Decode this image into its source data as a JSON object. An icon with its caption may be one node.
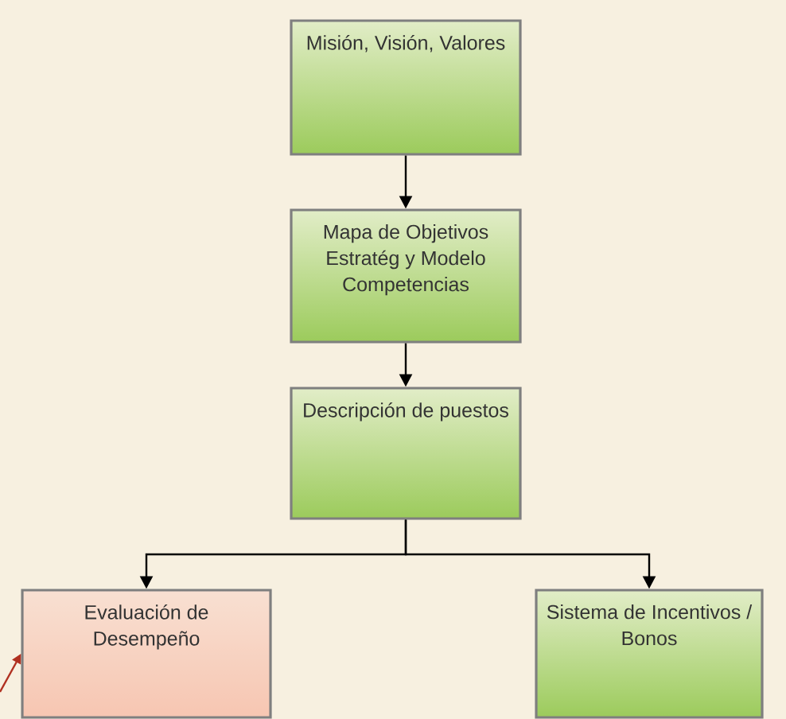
{
  "diagram": {
    "nodes": [
      {
        "text": [
          "Misión, Visión, Valores"
        ]
      },
      {
        "text": [
          "Mapa de Objetivos Estratég y Modelo Competencias"
        ]
      },
      {
        "text": [
          "Descripción de puestos"
        ]
      },
      {
        "text": [
          "Evaluación de Desempeño"
        ]
      },
      {
        "text": [
          "Sistema de Incentivos / Bonos"
        ]
      }
    ],
    "edges": [
      {
        "from": 0,
        "to": 1,
        "arrow": "to"
      },
      {
        "from": 1,
        "to": 2,
        "arrow": "to"
      },
      {
        "from": 2,
        "to": 3,
        "arrow": "to"
      },
      {
        "from": 2,
        "to": 4,
        "arrow": "to"
      },
      {
        "from": null,
        "to": 3,
        "arrow": "to",
        "color": "#b03020"
      }
    ]
  }
}
